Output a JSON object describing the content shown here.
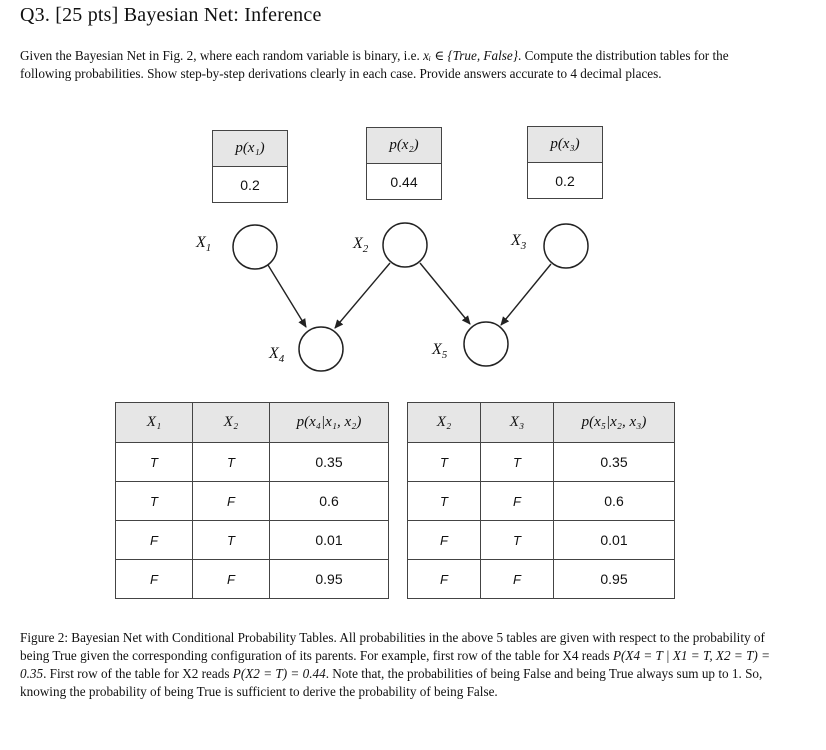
{
  "title": "Q3. [25 pts] Bayesian Net: Inference",
  "intro": {
    "part1": "Given the Bayesian Net in Fig. 2, where each random variable is binary, i.e. ",
    "math": "xᵢ ∈ {True, False}",
    "part2": ". Compute the distribution tables for the following probabilities. Show step-by-step derivations clearly in each case. Provide answers accurate to 4 decimal places."
  },
  "priors": [
    {
      "header": "p(x₁)",
      "value": "0.2"
    },
    {
      "header": "p(x₂)",
      "value": "0.44"
    },
    {
      "header": "p(x₃)",
      "value": "0.2"
    }
  ],
  "nodes": [
    {
      "label": "X",
      "sub": "1"
    },
    {
      "label": "X",
      "sub": "2"
    },
    {
      "label": "X",
      "sub": "3"
    },
    {
      "label": "X",
      "sub": "4"
    },
    {
      "label": "X",
      "sub": "5"
    }
  ],
  "cpt_x4": {
    "headers": [
      "X₁",
      "X₂",
      "p(x₄|x₁, x₂)"
    ],
    "rows": [
      [
        "T",
        "T",
        "0.35"
      ],
      [
        "T",
        "F",
        "0.6"
      ],
      [
        "F",
        "T",
        "0.01"
      ],
      [
        "F",
        "F",
        "0.95"
      ]
    ]
  },
  "cpt_x5": {
    "headers": [
      "X₂",
      "X₃",
      "p(x₅|x₂, x₃)"
    ],
    "rows": [
      [
        "T",
        "T",
        "0.35"
      ],
      [
        "T",
        "F",
        "0.6"
      ],
      [
        "F",
        "T",
        "0.01"
      ],
      [
        "F",
        "F",
        "0.95"
      ]
    ]
  },
  "caption": {
    "s1": "Figure 2: Bayesian Net with Conditional Probability Tables. All probabilities in the above 5 tables are given with respect to the probability of being True given the corresponding configuration of its parents. For example, first row of the table for X4 reads ",
    "m1": "P(X4 = T | X1 = T, X2 = T) = 0.35",
    "s2": ". First row of the table for X2 reads ",
    "m2": "P(X2 = T) = 0.44",
    "s3": ". Note that, the probabilities of being False and being True always sum up to 1. So, knowing the probability of being True is sufficient to derive the probability of being False."
  }
}
